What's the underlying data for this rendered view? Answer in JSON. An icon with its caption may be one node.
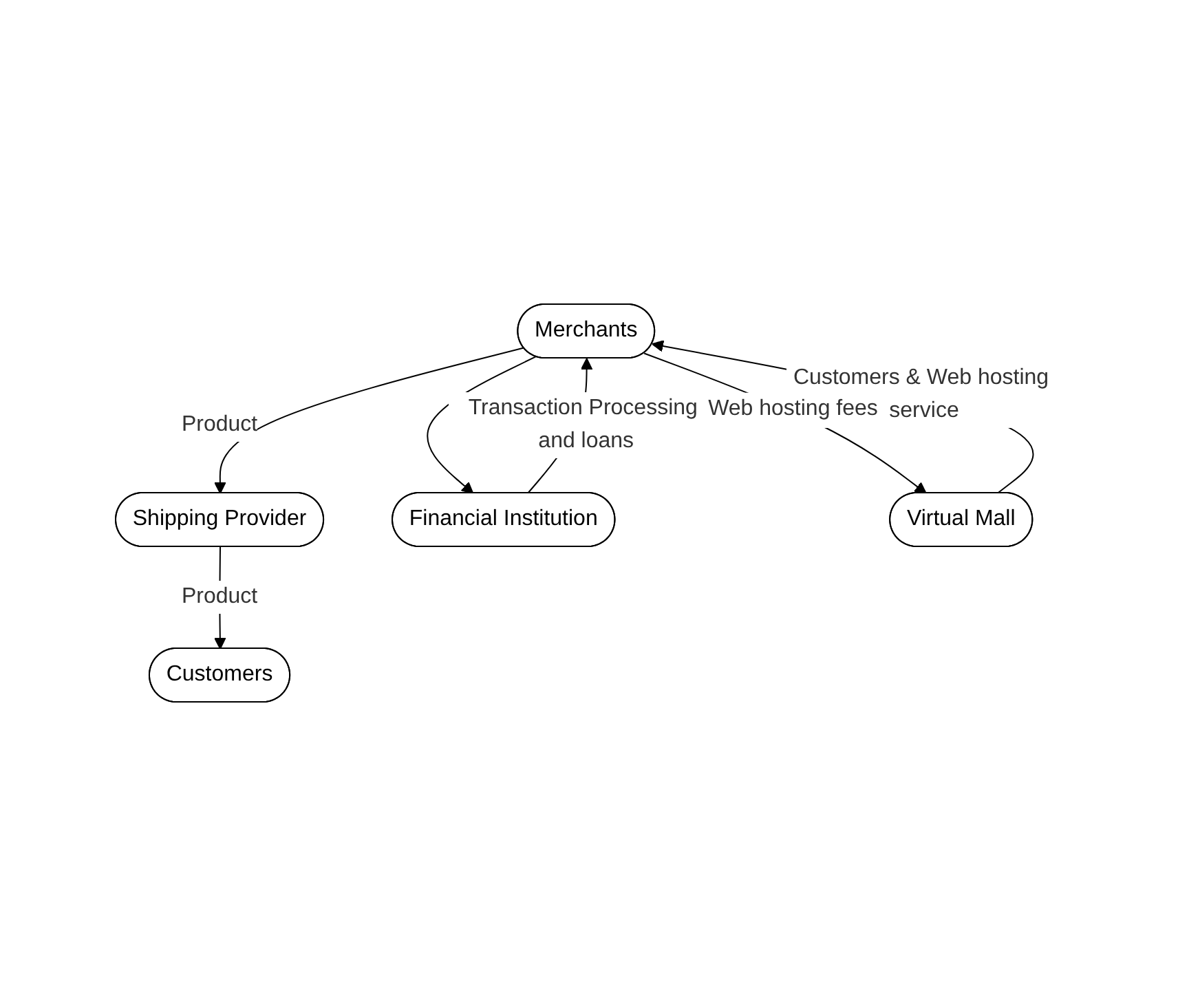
{
  "diagram": {
    "nodes": [
      {
        "text": [
          "Merchants"
        ]
      },
      {
        "text": [
          "Shipping Provider"
        ]
      },
      {
        "text": [
          "Financial Institution"
        ]
      },
      {
        "text": [
          "Customers"
        ]
      },
      {
        "text": [
          "Virtual Mall"
        ]
      }
    ],
    "edges": [
      {
        "from": 0,
        "to": 1,
        "arrow": "to",
        "label": "Product"
      },
      {
        "from": 0,
        "to": 2,
        "arrow": "to"
      },
      {
        "from": 2,
        "to": 0,
        "arrow": "to",
        "label": "Transaction Processing and loans"
      },
      {
        "from": 4,
        "to": 0,
        "arrow": "to",
        "label": "Customers & Web hosting service"
      },
      {
        "from": 0,
        "to": 4,
        "arrow": "to",
        "label": "Web hosting fees"
      },
      {
        "from": 1,
        "to": 3,
        "arrow": "to",
        "label": "Product"
      }
    ]
  }
}
